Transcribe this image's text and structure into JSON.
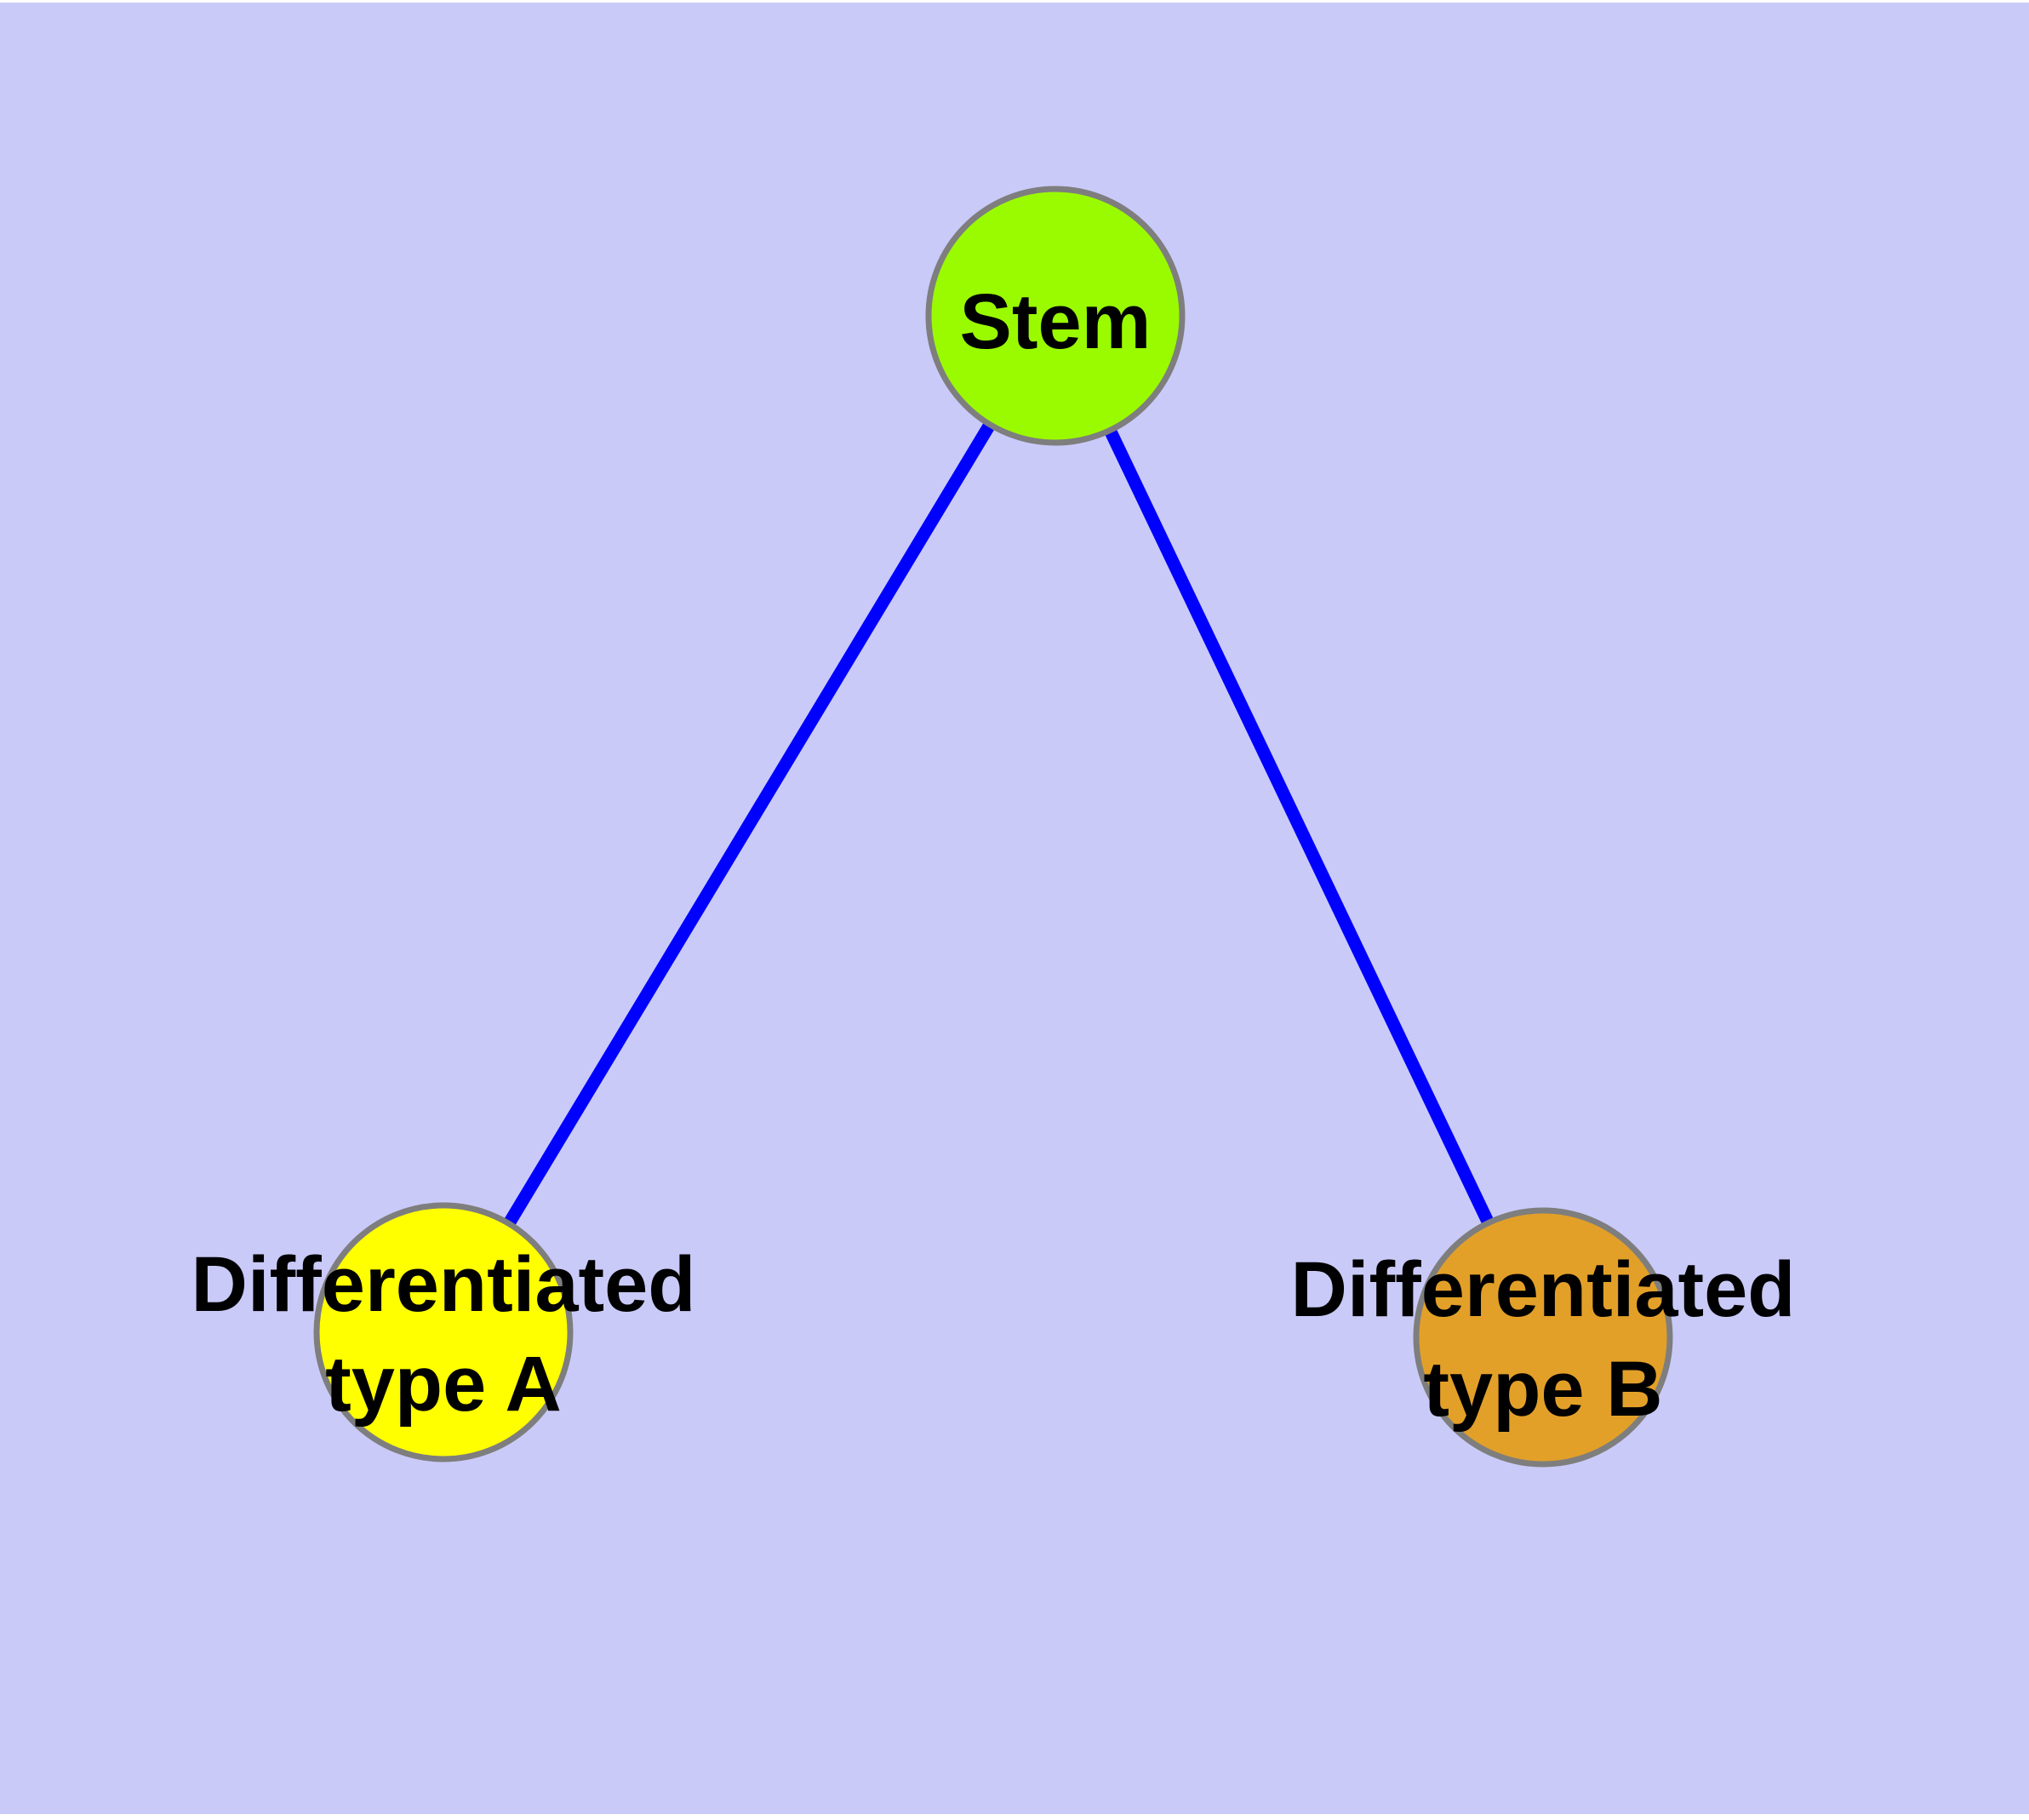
{
  "canvas": {
    "page_color": "#ffffff",
    "background_color": "#cacaf9"
  },
  "graph": {
    "style": {
      "edge_color": "#0000ff",
      "node_border_color": "#7e7e7e",
      "label_color": "#000000"
    },
    "nodes": [
      {
        "id": "stem",
        "label_lines": [
          "Stem"
        ],
        "color": "#9afb00"
      },
      {
        "id": "type-a",
        "label_lines": [
          "Differentiated",
          "type A"
        ],
        "color": "#ffff00"
      },
      {
        "id": "type-b",
        "label_lines": [
          "Differentiated",
          "type B"
        ],
        "color": "#e3a028"
      }
    ],
    "edges": [
      {
        "from": "stem",
        "to": "type-a"
      },
      {
        "from": "stem",
        "to": "type-b"
      }
    ]
  }
}
